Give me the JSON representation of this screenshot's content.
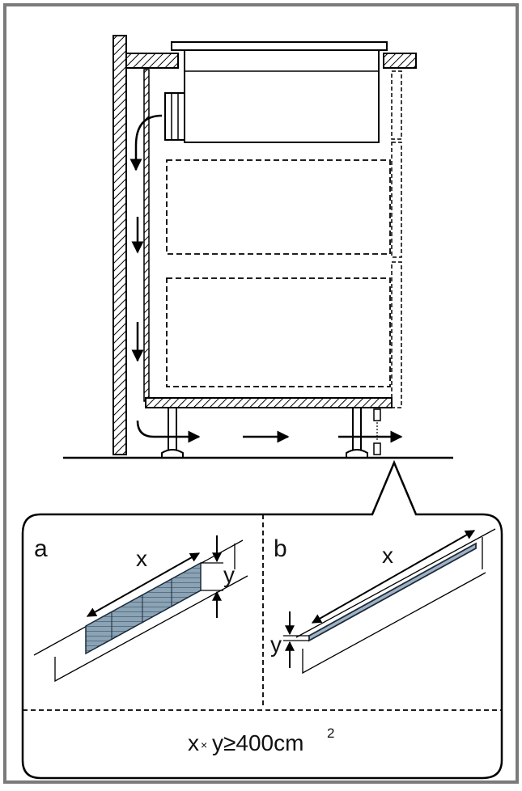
{
  "diagram": {
    "detail_a": {
      "letter": "a",
      "dim_x": "x",
      "dim_y": "y"
    },
    "detail_b": {
      "letter": "b",
      "dim_x": "x",
      "dim_y": "y"
    },
    "formula": {
      "x": "x",
      "times": "×",
      "y_ge_value": "y≥400cm",
      "superscript": "2"
    }
  }
}
